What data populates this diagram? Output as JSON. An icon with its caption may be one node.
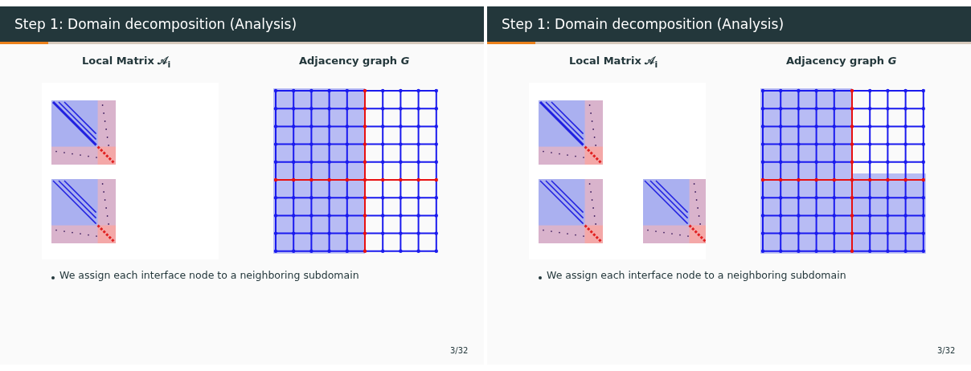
{
  "diagram": {
    "labels": [
      "Step 1: Domain decomposition (Analysis)",
      "Local Matrix 𝒜$_{i}$",
      "Adjacency graph *G*",
      "We assign each interface node to a neighboring subdomain",
      "3/32",
      "Step 1: Domain decomposition (Analysis)",
      "Local Matrix 𝒜$_{i}$",
      "Adjacency graph *G*",
      "We assign each interface node to a neighboring subdomain",
      "3/32"
    ]
  }
}
